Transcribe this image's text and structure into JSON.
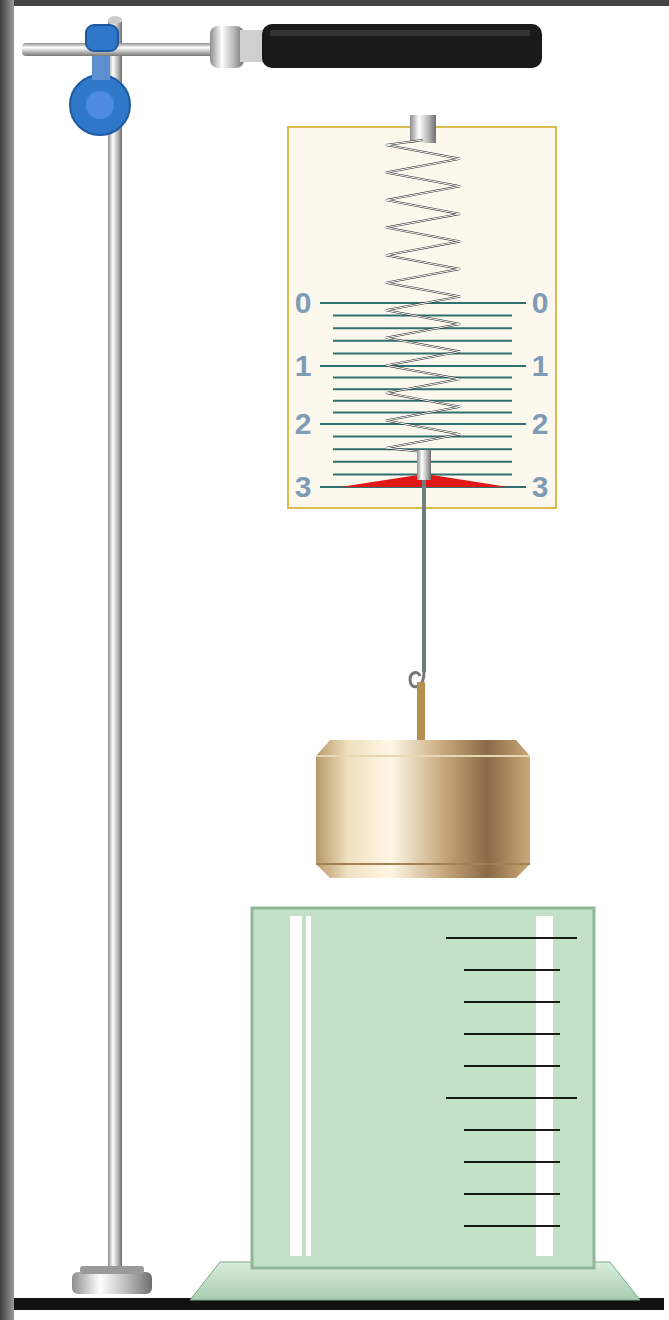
{
  "diagram": {
    "labels": [
      "0",
      "0",
      "1",
      "1",
      "2",
      "2",
      "3",
      "3"
    ]
  }
}
